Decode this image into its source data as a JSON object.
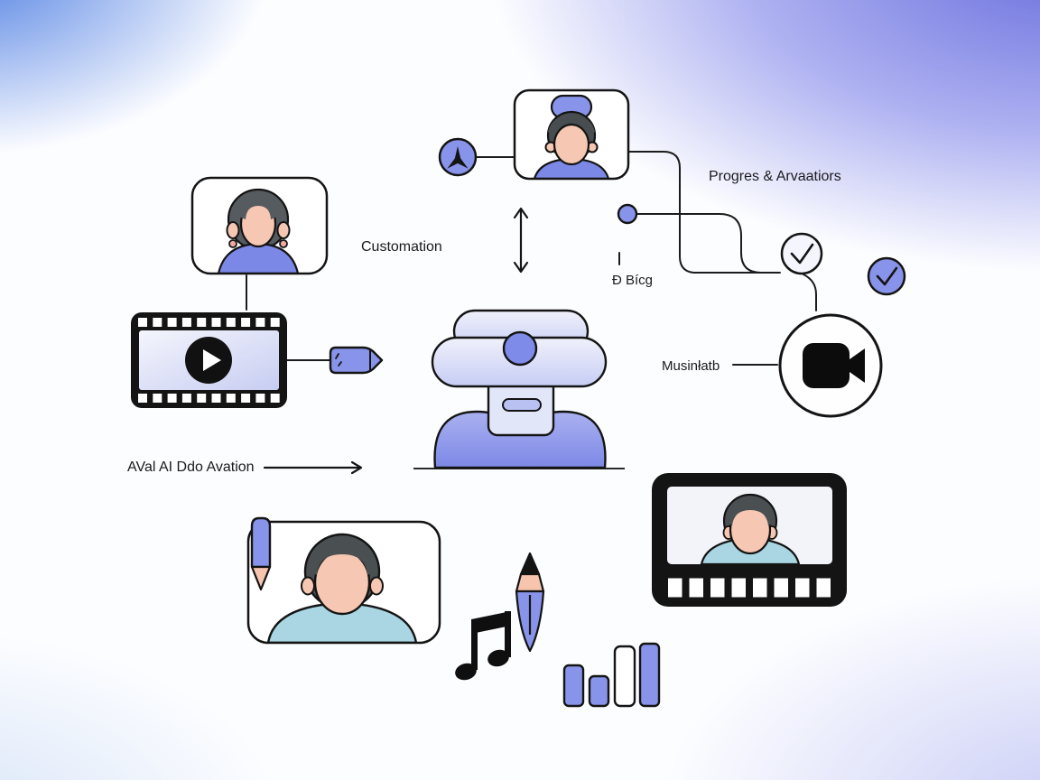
{
  "labels": {
    "customization": "Customation",
    "progress": "Progres & Arvaatiors",
    "blog": "Đ Bícg",
    "music": "Musinłatb",
    "avatar_creation": "AVal AI Ddo Avation"
  },
  "icons": {
    "spark": "three-point-star",
    "play": "play-triangle",
    "camera": "video-camera",
    "check_outline": "checkmark-circle-outline",
    "check_filled": "checkmark-circle-filled",
    "music_note": "beamed-eighth-note",
    "bar_chart": "bar-chart",
    "pencil": "pencil",
    "marker": "marker-pen",
    "double_arrow": "vertical-double-arrow",
    "long_arrow": "right-arrow"
  },
  "colors": {
    "accent_periwinkle": "#8893ea",
    "shirt_blue": "#7b88e6",
    "shirt_teal": "#a9d6e2",
    "skin_peach": "#f6c7b2",
    "hair_dark": "#4a4f52",
    "outline": "#141414",
    "bg_corner_blue": "#3a70de",
    "bg_corner_purple": "#6f74da"
  }
}
